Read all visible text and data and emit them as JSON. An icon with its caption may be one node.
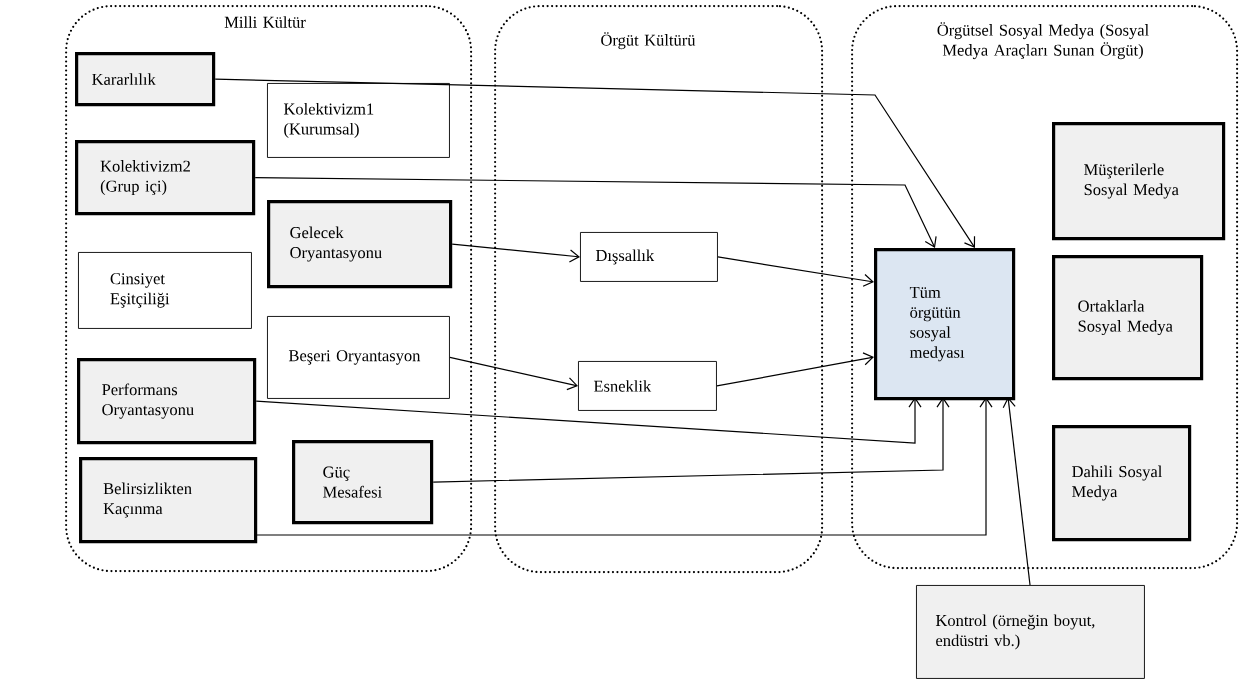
{
  "diagram": {
    "nodes": [
      {
        "text": [
          "Milli Kültür"
        ]
      },
      {
        "text": [
          "Kararlılık"
        ],
        "in": 0
      },
      {
        "text": [
          "Kolektivizm1 (Kurumsal)"
        ],
        "in": 0
      },
      {
        "text": [
          "Kolektivizm2 (Grup içi)"
        ],
        "in": 0
      },
      {
        "text": [
          "Gelecek Oryantasyonu"
        ],
        "in": 0
      },
      {
        "text": [
          "Cinsiyet Eşitçiliği"
        ],
        "in": 0
      },
      {
        "text": [
          "Beşeri Oryantasyon"
        ],
        "in": 0
      },
      {
        "text": [
          "Performans Oryantasyonu"
        ],
        "in": 0
      },
      {
        "text": [
          "Belirsizlikten Kaçınma"
        ],
        "in": 0
      },
      {
        "text": [
          "Güç Mesafesi"
        ],
        "in": 0
      },
      {
        "text": [
          "Örgüt Kültürü"
        ]
      },
      {
        "text": [
          "Dışsallık"
        ],
        "in": 10
      },
      {
        "text": [
          "Esneklik"
        ],
        "in": 10
      },
      {
        "text": [
          "Örgütsel Sosyal Medya (Sosyal Medya Araçları Sunan Örgüt)"
        ]
      },
      {
        "text": [
          "Tüm örgütün sosyal medyası"
        ],
        "in": 13
      },
      {
        "text": [
          "Müşterilerle Sosyal Medya"
        ],
        "in": 13
      },
      {
        "text": [
          "Ortaklarla Sosyal Medya"
        ],
        "in": 13
      },
      {
        "text": [
          "Dahili Sosyal Medya"
        ],
        "in": 13
      },
      {
        "text": [
          "Kontrol (örneğin boyut, endüstri vb.)"
        ]
      }
    ],
    "edges": [
      {
        "from": 1,
        "to": 14,
        "arrow": "to"
      },
      {
        "from": 3,
        "to": 14,
        "arrow": "to"
      },
      {
        "from": 4,
        "to": 11,
        "arrow": "to"
      },
      {
        "from": 6,
        "to": 12,
        "arrow": "to"
      },
      {
        "from": 11,
        "to": 14,
        "arrow": "to"
      },
      {
        "from": 12,
        "to": 14,
        "arrow": "to"
      },
      {
        "from": 7,
        "to": 14,
        "arrow": "to"
      },
      {
        "from": 9,
        "to": 14,
        "arrow": "to"
      },
      {
        "from": 8,
        "to": 14,
        "arrow": "to"
      },
      {
        "from": 18,
        "to": 14,
        "arrow": "to"
      }
    ]
  }
}
